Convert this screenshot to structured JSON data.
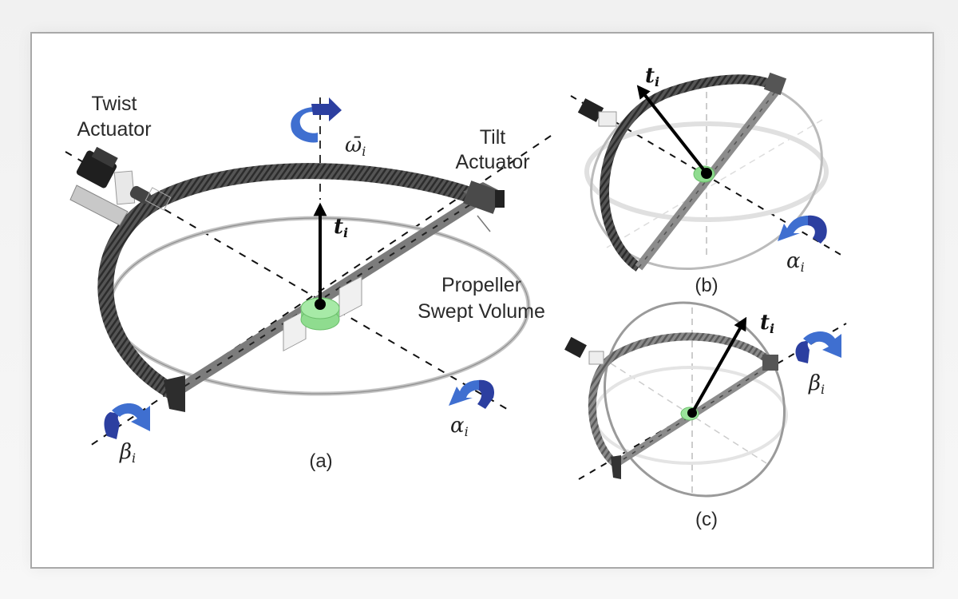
{
  "figure": {
    "colors": {
      "rotation_arrow_light": "#3f6fd0",
      "rotation_arrow_dark": "#2c3fa0",
      "thrust_arrow": "#000000",
      "propeller_hub": "#9be39b",
      "ring": "#4a4a4a",
      "panel_border": "#a9a9a9"
    },
    "panel_a": {
      "caption": "(a)",
      "labels": {
        "twist_line1": "Twist",
        "twist_line2": "Actuator",
        "tilt_line1": "Tilt",
        "tilt_line2": "Actuator",
        "prop_line1": "Propeller",
        "prop_line2": "Swept Volume"
      },
      "symbols": {
        "omega": "ω̄",
        "omega_sub": "i",
        "thrust": "t",
        "thrust_sub": "i",
        "alpha": "α",
        "alpha_sub": "i",
        "beta": "β",
        "beta_sub": "i"
      }
    },
    "panel_b": {
      "caption": "(b)",
      "symbols": {
        "thrust": "t",
        "thrust_sub": "i",
        "alpha": "α",
        "alpha_sub": "i"
      }
    },
    "panel_c": {
      "caption": "(c)",
      "symbols": {
        "thrust": "t",
        "thrust_sub": "i",
        "beta": "β",
        "beta_sub": "i"
      }
    }
  }
}
